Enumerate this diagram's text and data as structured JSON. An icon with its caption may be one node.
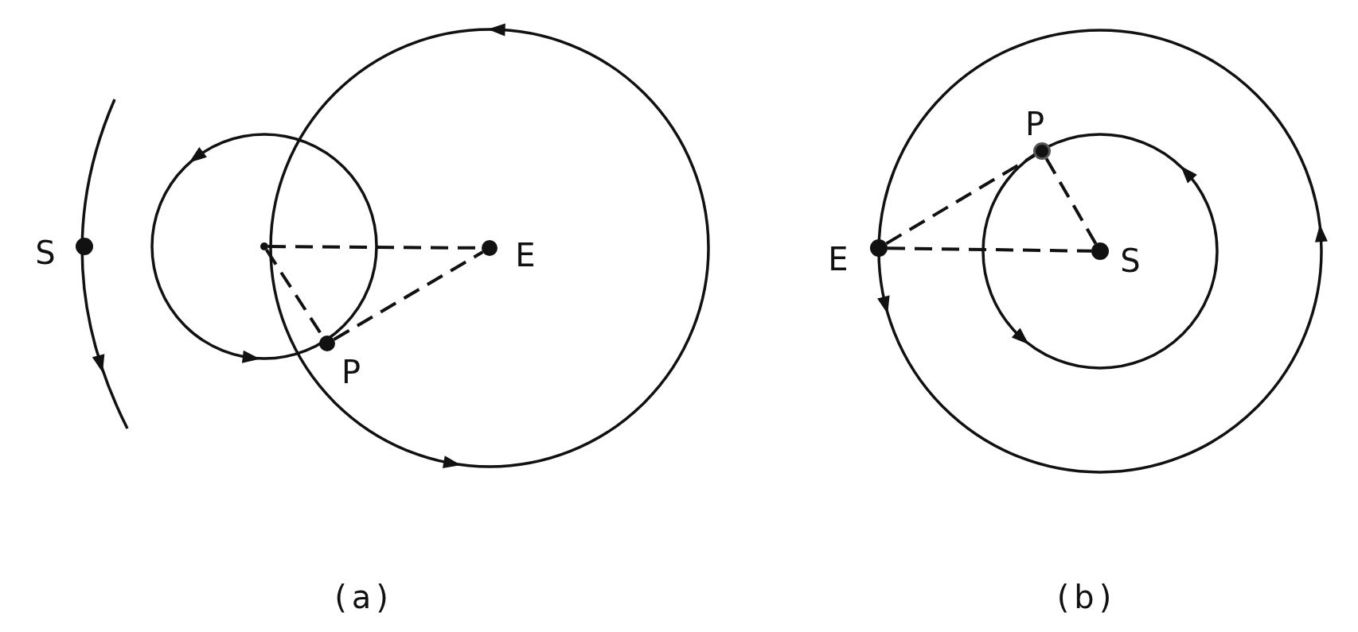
{
  "diagram": {
    "nodes": [
      {
        "text": [],
        "shape": "circle",
        "beside": [
          "S"
        ]
      },
      {
        "text": [],
        "shape": "circle"
      },
      {
        "text": [],
        "shape": "circle",
        "beside": [
          "E"
        ]
      },
      {
        "text": [],
        "shape": "circle",
        "beside": [
          "P"
        ]
      },
      {
        "text": [],
        "shape": "circle",
        "beside": [
          "P"
        ]
      },
      {
        "text": [],
        "shape": "circle",
        "beside": [
          "E"
        ]
      },
      {
        "text": [],
        "shape": "circle",
        "beside": [
          "S"
        ]
      }
    ],
    "edges": [
      {
        "from": 1,
        "to": 2,
        "arrow": "none",
        "style": "dashed"
      },
      {
        "from": 1,
        "to": 3,
        "arrow": "none",
        "style": "dashed"
      },
      {
        "from": 3,
        "to": 2,
        "arrow": "none",
        "style": "dashed"
      },
      {
        "from": 5,
        "to": 6,
        "arrow": "none",
        "style": "dashed"
      },
      {
        "from": 5,
        "to": 4,
        "arrow": "none",
        "style": "dashed"
      },
      {
        "from": 4,
        "to": 6,
        "arrow": "none",
        "style": "dashed"
      }
    ],
    "labels": [
      "(a)",
      "(b)"
    ]
  }
}
